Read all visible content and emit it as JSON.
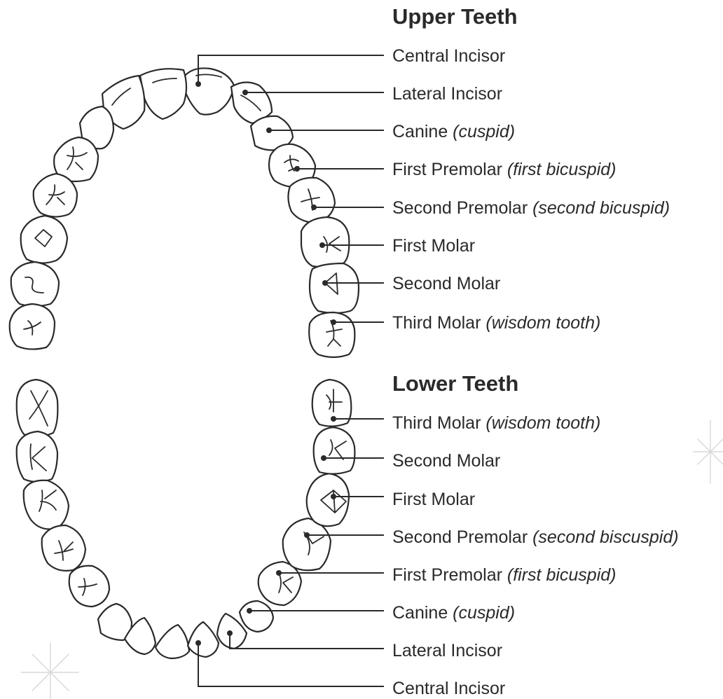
{
  "upper": {
    "heading": "Upper Teeth",
    "labels": [
      {
        "name": "Central Incisor",
        "paren": ""
      },
      {
        "name": "Lateral Incisor",
        "paren": ""
      },
      {
        "name": "Canine ",
        "paren": "(cuspid)"
      },
      {
        "name": "First Premolar ",
        "paren": "(first bicuspid)"
      },
      {
        "name": "Second Premolar ",
        "paren": "(second bicuspid)"
      },
      {
        "name": "First Molar",
        "paren": ""
      },
      {
        "name": "Second Molar",
        "paren": ""
      },
      {
        "name": "Third Molar ",
        "paren": "(wisdom tooth)"
      }
    ]
  },
  "lower": {
    "heading": "Lower Teeth",
    "labels": [
      {
        "name": "Third Molar ",
        "paren": "(wisdom tooth)"
      },
      {
        "name": "Second Molar",
        "paren": ""
      },
      {
        "name": "First Molar",
        "paren": ""
      },
      {
        "name": "Second Premolar ",
        "paren": "(second biscuspid)"
      },
      {
        "name": "First Premolar ",
        "paren": "(first bicuspid)"
      },
      {
        "name": "Canine ",
        "paren": "(cuspid)"
      },
      {
        "name": "Lateral Incisor",
        "paren": ""
      },
      {
        "name": "Central Incisor",
        "paren": ""
      }
    ]
  }
}
